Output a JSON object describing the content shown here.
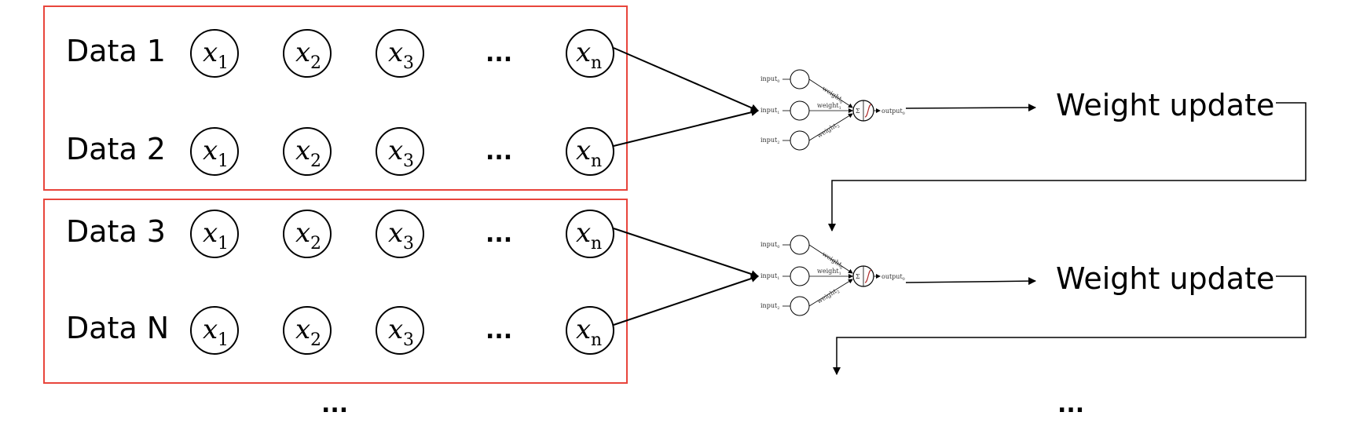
{
  "batches": [
    {
      "rows": [
        {
          "label": "Data 1"
        },
        {
          "label": "Data 2"
        }
      ]
    },
    {
      "rows": [
        {
          "label": "Data 3"
        },
        {
          "label": "Data N"
        }
      ]
    }
  ],
  "features": [
    {
      "var": "x",
      "sub": "1"
    },
    {
      "var": "x",
      "sub": "2"
    },
    {
      "var": "x",
      "sub": "3"
    },
    {
      "ellipsis": "..."
    },
    {
      "var": "x",
      "sub": "n"
    }
  ],
  "ellipsis_below_batches": "...",
  "neuron": {
    "inputs": [
      {
        "name": "input",
        "sub": "0"
      },
      {
        "name": "input",
        "sub": "1"
      },
      {
        "name": "input",
        "sub": "2"
      }
    ],
    "weights": [
      {
        "name": "weight",
        "sub": "0"
      },
      {
        "name": "weight",
        "sub": "1"
      },
      {
        "name": "weight",
        "sub": "2"
      }
    ],
    "sum_symbol": "Σ",
    "output": {
      "name": "output",
      "sub": "0"
    }
  },
  "update_label": "Weight update",
  "ellipsis_after_updates": "...",
  "colors": {
    "batch_border": "#e8453c",
    "stroke": "#000000",
    "neuron_activation": "#b03030"
  }
}
